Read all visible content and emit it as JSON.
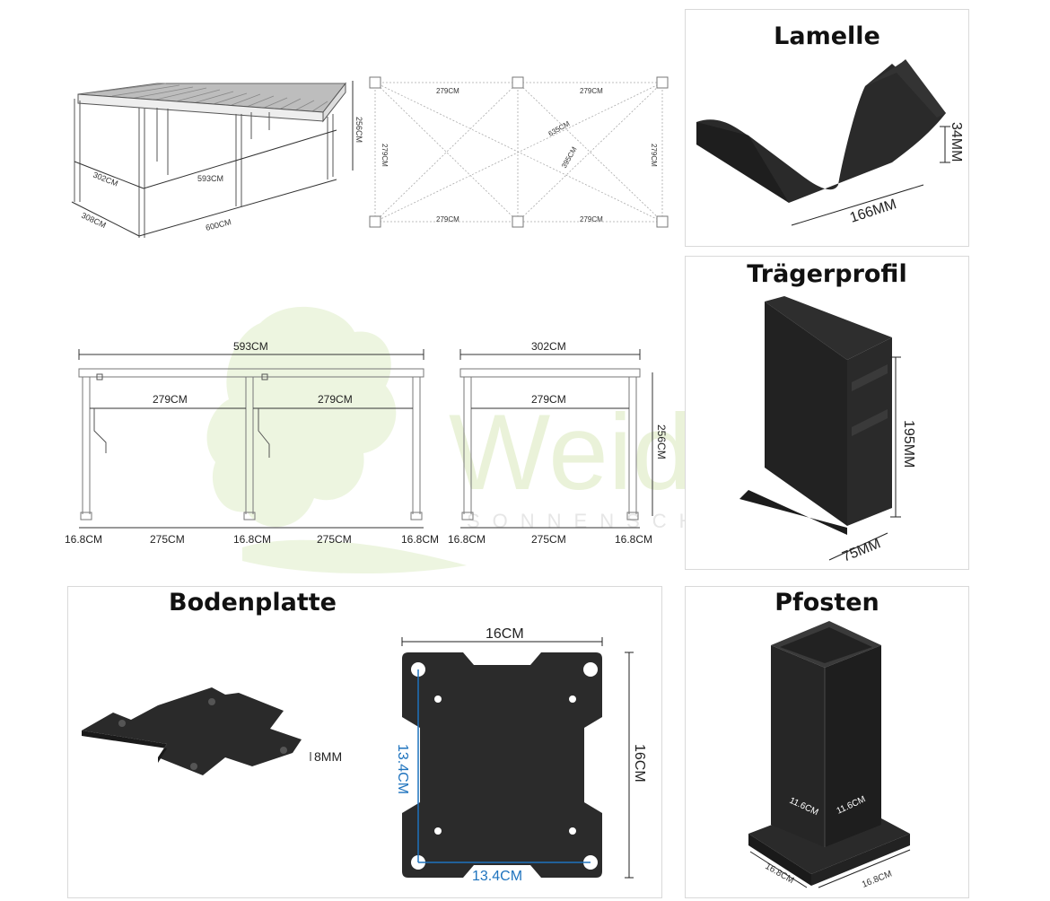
{
  "watermark": {
    "brand": "Weide",
    "tagline": "SONNENSCHUTZ"
  },
  "panels": {
    "lamelle": {
      "title": "Lamelle",
      "height_label": "34MM",
      "width_label": "166MM"
    },
    "traeger": {
      "title": "Trägerprofil",
      "height_label": "195MM",
      "width_label": "75MM"
    },
    "bodenplatte": {
      "title": "Bodenplatte",
      "thickness_label": "8MM",
      "width_label": "16CM",
      "height_label": "16CM",
      "hole_v_label": "13.4CM",
      "hole_h_label": "13.4CM"
    },
    "pfosten": {
      "title": "Pfosten",
      "post_a": "11.6CM",
      "post_b": "11.6CM",
      "base_a": "16.8CM",
      "base_b": "16.8CM"
    }
  },
  "pergola_3d": {
    "width_top": "593CM",
    "depth_top": "302CM",
    "width_base": "600CM",
    "depth_base": "308CM",
    "height": "256CM"
  },
  "plan_view": {
    "top_left": "279CM",
    "top_right": "279CM",
    "bottom_left": "279CM",
    "bottom_right": "279CM",
    "left": "279CM",
    "right": "279CM",
    "diag_long": "635CM",
    "diag_short": "395CM"
  },
  "front_view": {
    "overall": "593CM",
    "inner_left": "279CM",
    "inner_right": "279CM",
    "post_1": "16.8CM",
    "gap_1": "275CM",
    "post_2": "16.8CM",
    "gap_2": "275CM",
    "post_3": "16.8CM"
  },
  "side_view": {
    "overall": "302CM",
    "inner": "279CM",
    "post_1": "16.8CM",
    "gap": "275CM",
    "post_2": "16.8CM",
    "height": "256CM"
  }
}
